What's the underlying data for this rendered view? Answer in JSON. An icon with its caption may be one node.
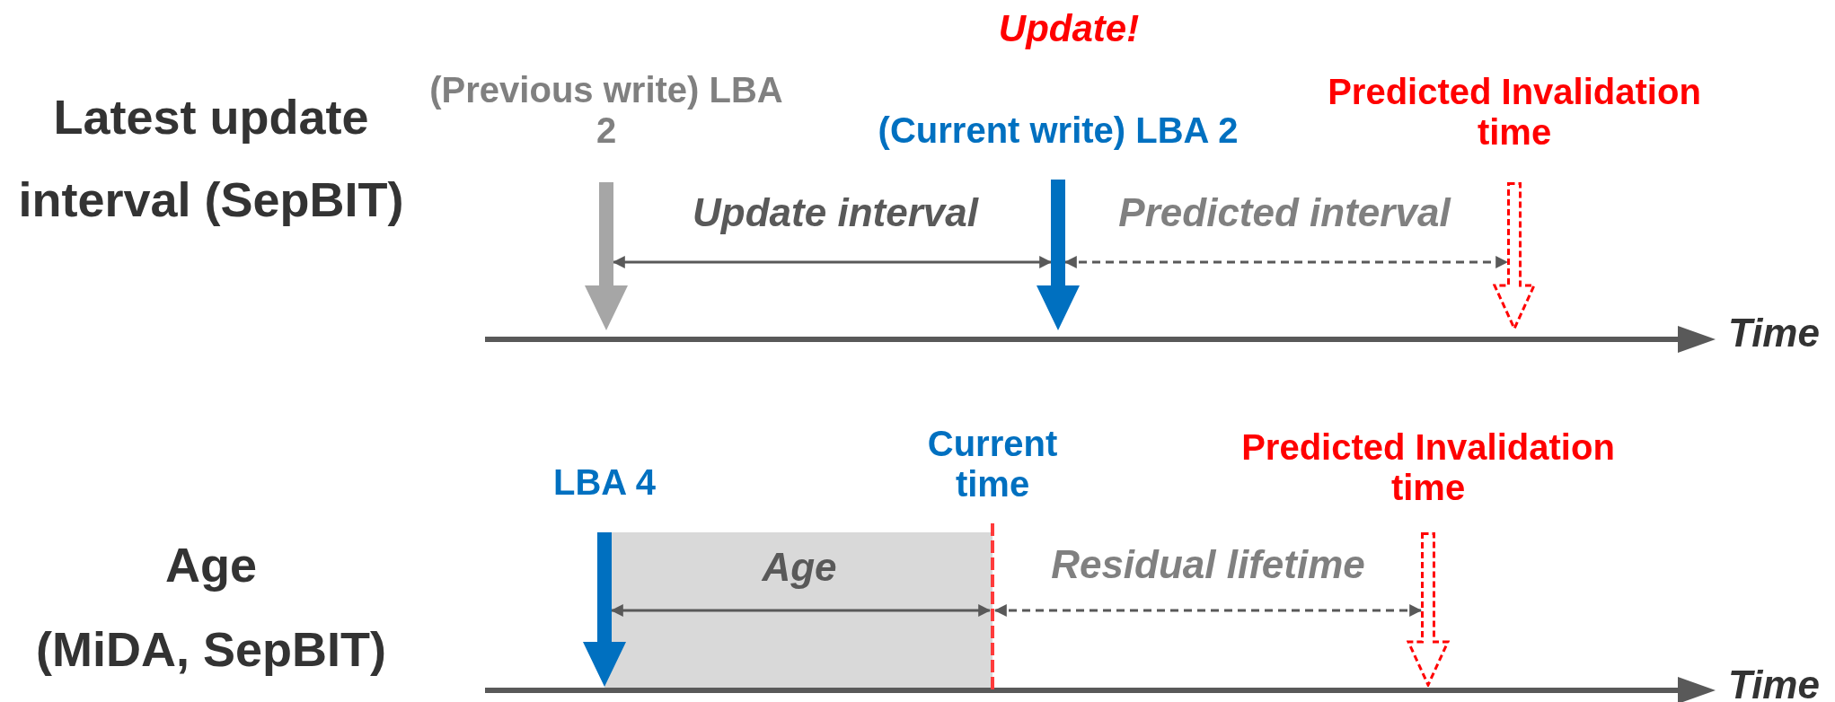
{
  "diagram": {
    "nodes": [
      {
        "text": [],
        "shape": "arrow",
        "beside": [
          "(Previous write) LBA 2"
        ]
      },
      {
        "text": [],
        "shape": "arrow",
        "beside": [
          "(Current write) LBA 2"
        ]
      },
      {
        "text": [],
        "shape": "arrow",
        "beside": [
          "Predicted Invalidation time"
        ]
      },
      {
        "text": [],
        "shape": "arrow",
        "beside": [
          "LBA 4"
        ]
      },
      {
        "text": [],
        "shape": "line",
        "beside": [
          "Current time"
        ]
      },
      {
        "text": [],
        "shape": "arrow",
        "beside": [
          "Predicted Invalidation time"
        ]
      }
    ],
    "edges": [
      {
        "from": 0,
        "to": 1,
        "arrow": "both",
        "label": "Update interval"
      },
      {
        "from": 1,
        "to": 2,
        "arrow": "both",
        "label": "Predicted interval",
        "style": "dashed"
      },
      {
        "from": 3,
        "to": 4,
        "arrow": "both",
        "label": "Age"
      },
      {
        "from": 4,
        "to": 5,
        "arrow": "both",
        "label": "Residual lifetime",
        "style": "dashed"
      }
    ],
    "labels": [
      "Update!",
      "Latest update interval (SepBIT)",
      "Time",
      "Age",
      "(MiDA, SepBIT)",
      "Time"
    ]
  }
}
